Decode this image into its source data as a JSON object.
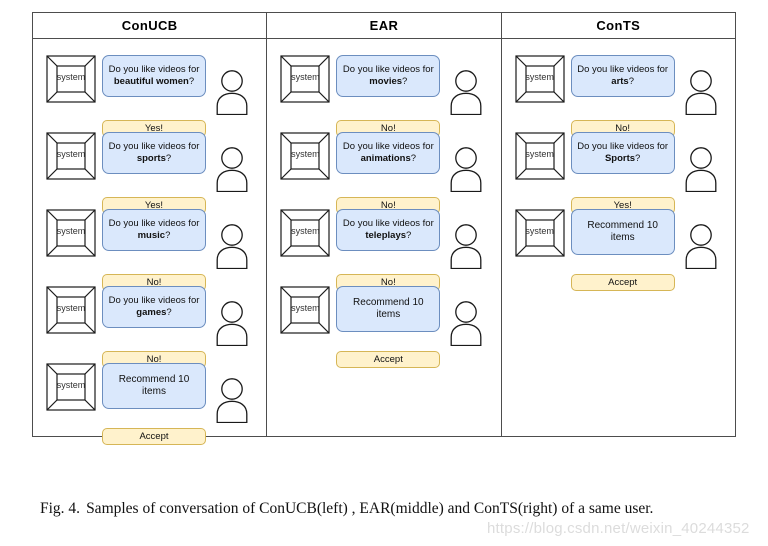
{
  "figure": {
    "caption_number": "Fig. 4.",
    "caption_text": "Samples of conversation of ConUCB(left) , EAR(middle) and ConTS(right) of a same user.",
    "watermark": "https://blog.csdn.net/weixin_40244352",
    "colors": {
      "question_fill": "#dae8fc",
      "question_border": "#6c8ebf",
      "answer_fill": "#fff2cc",
      "answer_border": "#d6b656",
      "frame_border": "#4d4d4d",
      "watermark": "#dcdcdc"
    },
    "icons": {
      "system": "system-box-icon",
      "user": "person-icon"
    },
    "system_label": "system"
  },
  "columns": [
    {
      "header": "ConUCB",
      "exchanges": [
        {
          "question_prefix": "Do you like videos for",
          "topic": "beautiful women",
          "question_suffix": "?",
          "answer": "Yes!"
        },
        {
          "question_prefix": "Do you like videos for",
          "topic": "sports",
          "question_suffix": "?",
          "answer": "Yes!"
        },
        {
          "question_prefix": "Do you like videos for",
          "topic": "music",
          "question_suffix": "?",
          "answer": "No!"
        },
        {
          "question_prefix": "Do you like videos for",
          "topic": "games",
          "question_suffix": "?",
          "answer": "No!"
        },
        {
          "question_prefix": "Recommend 10 items",
          "topic": "",
          "question_suffix": "",
          "answer": "Accept"
        }
      ]
    },
    {
      "header": "EAR",
      "exchanges": [
        {
          "question_prefix": "Do you like videos for",
          "topic": "movies",
          "question_suffix": "?",
          "answer": "No!"
        },
        {
          "question_prefix": "Do you like videos for",
          "topic": "animations",
          "question_suffix": "?",
          "answer": "No!"
        },
        {
          "question_prefix": "Do you like videos for",
          "topic": "teleplays",
          "question_suffix": "?",
          "answer": "No!"
        },
        {
          "question_prefix": "Recommend 10 items",
          "topic": "",
          "question_suffix": "",
          "answer": "Accept"
        }
      ]
    },
    {
      "header": "ConTS",
      "exchanges": [
        {
          "question_prefix": "Do you like videos for",
          "topic": "arts",
          "question_suffix": "?",
          "answer": "No!"
        },
        {
          "question_prefix": "Do you like videos for",
          "topic": "Sports",
          "question_suffix": "?",
          "answer": "Yes!"
        },
        {
          "question_prefix": "Recommend 10 items",
          "topic": "",
          "question_suffix": "",
          "answer": "Accept"
        }
      ]
    }
  ]
}
